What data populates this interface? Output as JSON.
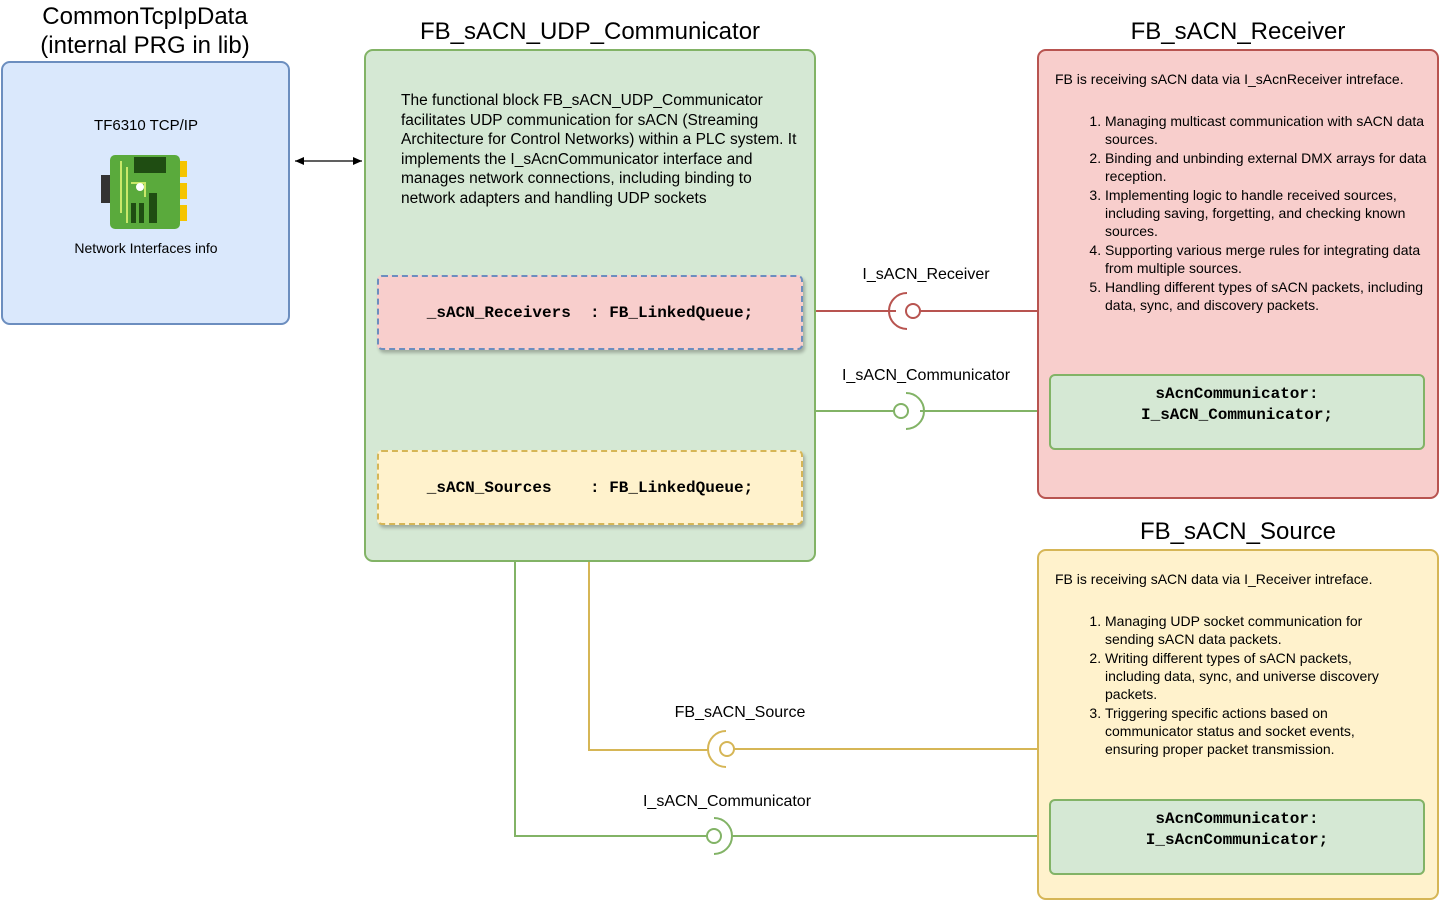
{
  "common": {
    "title": "CommonTcpIpData\n(internal PRG in lib)",
    "tcp_label": "TF6310 TCP/IP",
    "net_label": "Network Interfaces info"
  },
  "communicator": {
    "title": "FB_sACN_UDP_Communicator",
    "description": "The functional block FB_sACN_UDP_Communicator facilitates UDP communication for sACN (Streaming Architecture for Control Networks) within a PLC system. It implements the I_sAcnCommunicator interface and manages network connections, including binding to network adapters and handling UDP sockets",
    "receivers_field": "_sACN_Receivers  : FB_LinkedQueue;",
    "sources_field": "_sACN_Sources    : FB_LinkedQueue;"
  },
  "receiver": {
    "title": "FB_sACN_Receiver",
    "intro": "FB is receiving sACN data via I_sAcnReceiver intreface.",
    "items": [
      "Managing multicast communication with sACN data sources.",
      "Binding and unbinding external DMX arrays for data reception.",
      "Implementing logic to handle received sources, including saving, forgetting, and checking known sources.",
      "Supporting various merge rules for integrating data from multiple sources.",
      "Handling different types of sACN packets, including data, sync, and discovery packets."
    ],
    "field_line1": "sAcnCommunicator:",
    "field_line2": "I_sACN_Communicator;"
  },
  "source": {
    "title": "FB_sACN_Source",
    "intro": "FB is receiving sACN data via I_Receiver intreface.",
    "items": [
      "Managing UDP socket communication for sending sACN data packets.",
      "Writing different types of sACN packets, including data, sync, and universe discovery packets.",
      "Triggering specific actions based on communicator status and socket events, ensuring proper packet transmission."
    ],
    "field_line1": "sAcnCommunicator:",
    "field_line2": "I_sAcnCommunicator;"
  },
  "interfaces": {
    "receiver_iface": "I_sACN_Receiver",
    "communicator_iface_top": "I_sACN_Communicator",
    "source_iface": "FB_sACN_Source",
    "communicator_iface_bottom": "I_sACN_Communicator"
  },
  "colors": {
    "blue_fill": "#dae8fc",
    "blue_stroke": "#6c8ebf",
    "green_fill": "#d5e8d4",
    "green_stroke": "#82b366",
    "red_fill": "#f8cecc",
    "red_stroke": "#b85450",
    "yellow_fill": "#fff2cc",
    "yellow_stroke": "#d6b656"
  }
}
